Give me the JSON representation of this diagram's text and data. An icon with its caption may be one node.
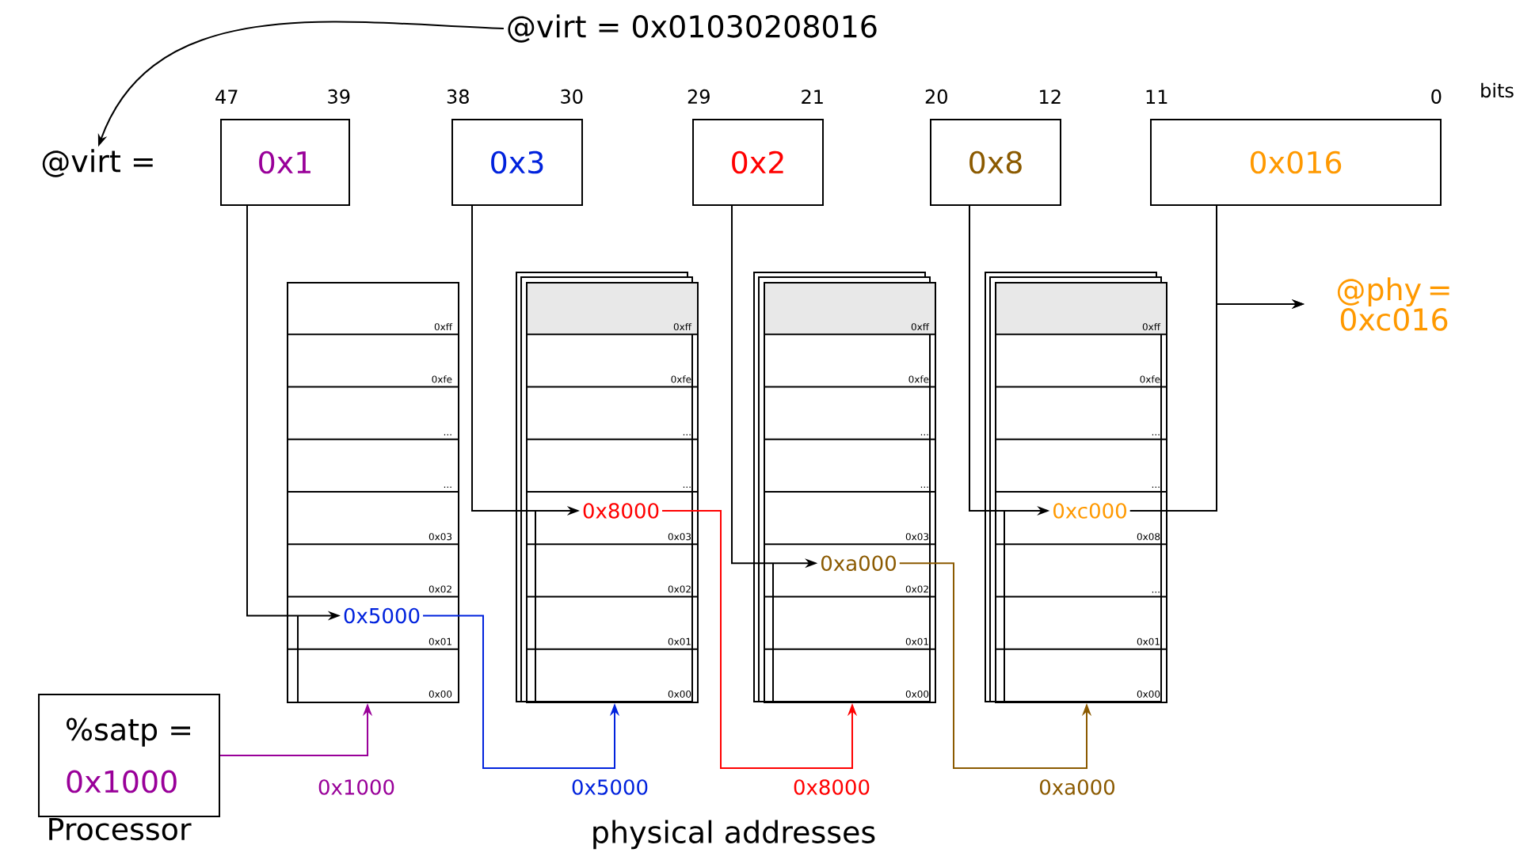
{
  "diagram": {
    "nodes": [
      {
        "text": [
          "@virt = 0x01030208016"
        ]
      },
      {
        "text": [
          "@virt ="
        ]
      },
      {
        "text": [
          "0x1"
        ],
        "beside": [
          "47",
          "39"
        ]
      },
      {
        "text": [
          "0x3"
        ],
        "beside": [
          "38",
          "30"
        ]
      },
      {
        "text": [
          "0x2"
        ],
        "beside": [
          "29",
          "21"
        ]
      },
      {
        "text": [
          "0x8"
        ],
        "beside": [
          "20",
          "12"
        ]
      },
      {
        "text": [
          "0x016"
        ],
        "beside": [
          "11",
          "0"
        ]
      },
      {
        "text": [
          "%satp =",
          "0x1000"
        ],
        "beside": [
          "Processor"
        ]
      },
      {
        "text": [
          "0xff",
          "0xfe",
          "...",
          "...",
          "0x03",
          "0x02",
          "0x01",
          "0x00"
        ]
      },
      {
        "text": [
          "0x5000"
        ],
        "in": 8
      },
      {
        "text": [
          "0xff",
          "0xfe",
          "...",
          "...",
          "0x03",
          "0x02",
          "0x01",
          "0x00"
        ]
      },
      {
        "text": [
          "0x8000"
        ],
        "in": 10
      },
      {
        "text": [
          "0xff",
          "0xfe",
          "...",
          "...",
          "0x03",
          "0x02",
          "0x01",
          "0x00"
        ]
      },
      {
        "text": [
          "0xa000"
        ],
        "in": 12
      },
      {
        "text": [
          "0xff",
          "0xfe",
          "...",
          "...",
          "0x08",
          "...",
          "0x01",
          "0x00"
        ]
      },
      {
        "text": [
          "0xc000"
        ],
        "in": 14
      },
      {
        "text": [
          "@phy = 0xc016"
        ]
      }
    ],
    "edges": [
      {
        "from": 0,
        "to": 1,
        "arrow": "to"
      },
      {
        "from": 2,
        "to": 9,
        "arrow": "to"
      },
      {
        "from": 3,
        "to": 11,
        "arrow": "to"
      },
      {
        "from": 4,
        "to": 13,
        "arrow": "to"
      },
      {
        "from": 5,
        "to": 15,
        "arrow": "to"
      },
      {
        "from": 6,
        "to": 16,
        "arrow": "to"
      },
      {
        "from": 15,
        "to": 16,
        "arrow": "to"
      },
      {
        "from": 7,
        "to": 8,
        "arrow": "to",
        "label": "0x1000",
        "color": "#990099"
      },
      {
        "from": 9,
        "to": 10,
        "arrow": "to",
        "label": "0x5000",
        "color": "#0022dd"
      },
      {
        "from": 11,
        "to": 12,
        "arrow": "to",
        "label": "0x8000",
        "color": "#ff0000"
      },
      {
        "from": 13,
        "to": 14,
        "arrow": "to",
        "label": "0xa000",
        "color": "#8b5a00"
      }
    ],
    "labels": [
      "bits",
      "physical addresses"
    ]
  }
}
